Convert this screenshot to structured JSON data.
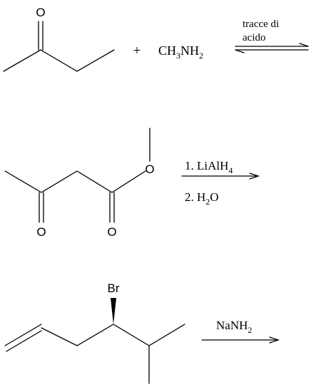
{
  "reaction_1": {
    "ketone_oxygen": "O",
    "plus": "+",
    "reagent": {
      "base": "CH",
      "sub1": "3",
      "mid": "NH",
      "sub2": "2"
    },
    "condition_line1": "tracce di",
    "condition_line2": "acido"
  },
  "reaction_2": {
    "ester_oxygen": "O",
    "ketone_oxygen": "O",
    "carbonyl_oxygen": "O",
    "step1": {
      "prefix": "1. LiAlH",
      "sub": "4"
    },
    "step2": {
      "prefix": "2. H",
      "sub": "2",
      "suffix": "O"
    }
  },
  "reaction_3": {
    "substituent": "Br",
    "reagent": {
      "base": "NaNH",
      "sub": "2"
    }
  },
  "colors": {
    "ink": "#000000",
    "background": "#ffffff"
  }
}
